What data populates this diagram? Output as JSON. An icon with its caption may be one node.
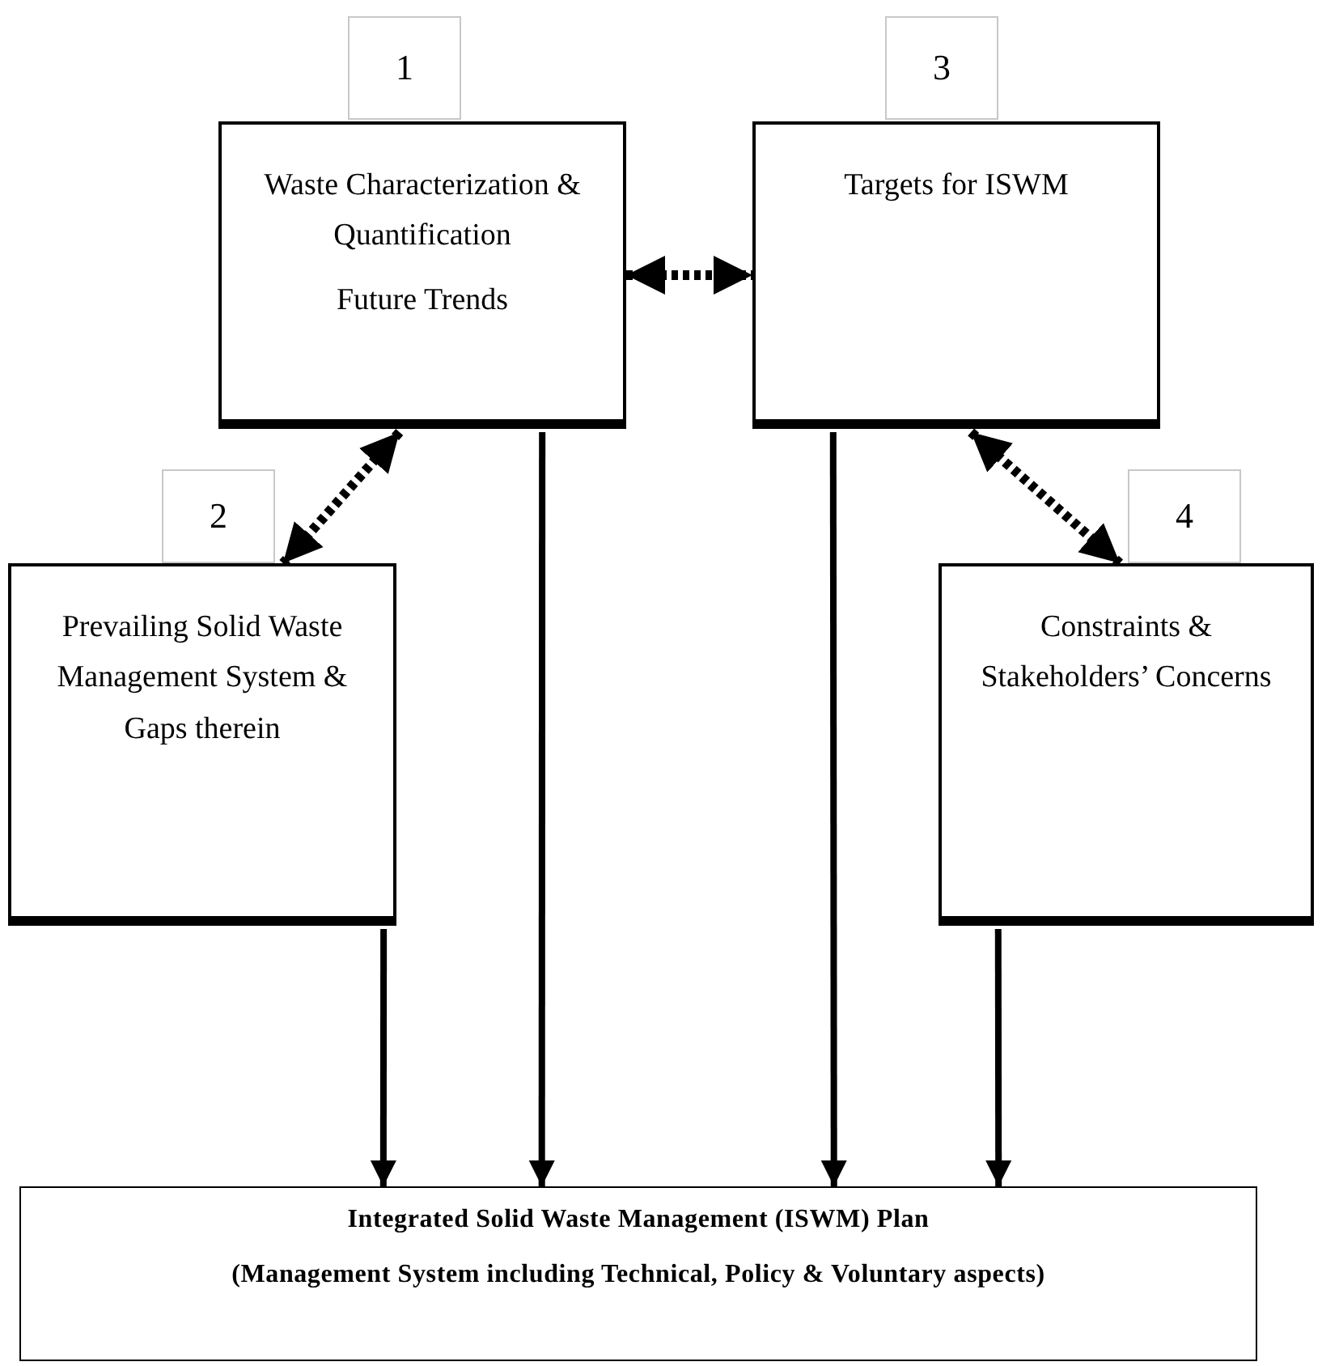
{
  "diagram": {
    "nodes": [
      {
        "text": [
          "1"
        ]
      },
      {
        "text": [
          "Waste Characterization & Quantification",
          "Future Trends"
        ]
      },
      {
        "text": [
          "3"
        ]
      },
      {
        "text": [
          "Targets for ISWM"
        ]
      },
      {
        "text": [
          "2"
        ]
      },
      {
        "text": [
          "Prevailing Solid Waste Management System & Gaps therein"
        ]
      },
      {
        "text": [
          "4"
        ]
      },
      {
        "text": [
          "Constraints & Stakeholders’ Concerns"
        ]
      },
      {
        "text": [
          "Integrated Solid Waste Management (ISWM) Plan",
          "(Management System including Technical, Policy & Voluntary aspects)"
        ]
      }
    ],
    "edges": [
      {
        "from": 1,
        "to": 3,
        "arrow": "both",
        "style": "dashed"
      },
      {
        "from": 1,
        "to": 5,
        "arrow": "both",
        "style": "dashed"
      },
      {
        "from": 3,
        "to": 7,
        "arrow": "both",
        "style": "dashed"
      },
      {
        "from": 5,
        "to": 8,
        "arrow": "to"
      },
      {
        "from": 1,
        "to": 8,
        "arrow": "to"
      },
      {
        "from": 3,
        "to": 8,
        "arrow": "to"
      },
      {
        "from": 7,
        "to": 8,
        "arrow": "to"
      }
    ]
  }
}
